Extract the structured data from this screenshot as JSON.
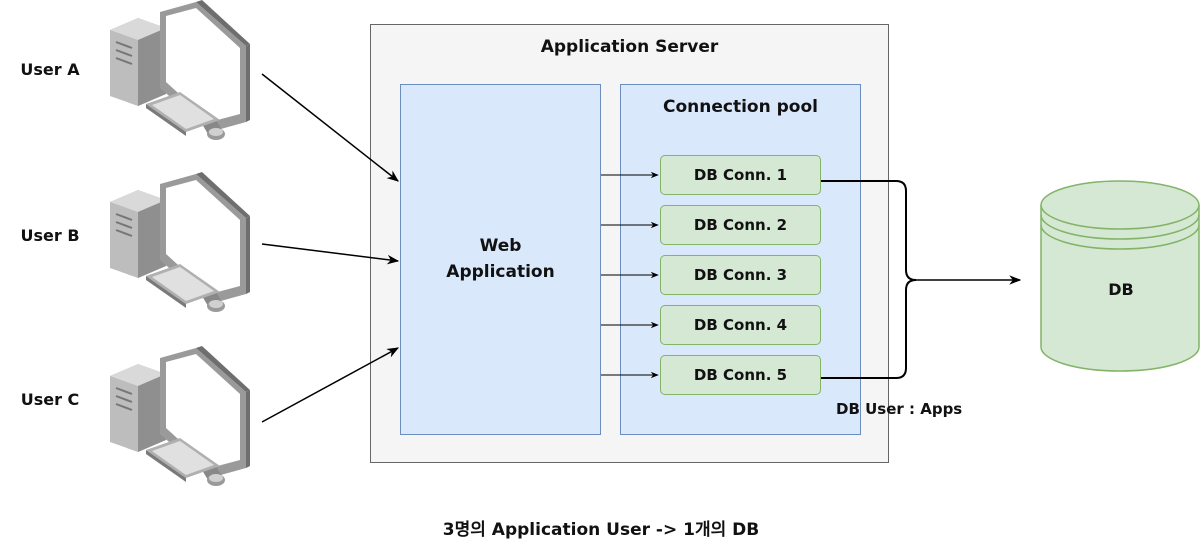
{
  "users": [
    {
      "id": "a",
      "label": "User A"
    },
    {
      "id": "b",
      "label": "User B"
    },
    {
      "id": "c",
      "label": "User C"
    }
  ],
  "app_server": {
    "title": "Application Server"
  },
  "web_app": {
    "label": "Web Application"
  },
  "connection_pool": {
    "title": "Connection pool",
    "connections": [
      "DB Conn. 1",
      "DB Conn. 2",
      "DB Conn. 3",
      "DB Conn. 4",
      "DB Conn. 5"
    ]
  },
  "db": {
    "label": "DB",
    "user_note": "DB User : Apps"
  },
  "caption": "3명의 Application User -> 1개의 DB",
  "colors": {
    "web_app_fill": "#dae8fc",
    "web_app_stroke": "#6c8ebf",
    "conn_fill": "#d5e8d4",
    "conn_stroke": "#82b366",
    "server_fill": "#f5f5f5"
  },
  "icons": [
    "desktop-computer-icon",
    "database-cylinder-icon"
  ]
}
